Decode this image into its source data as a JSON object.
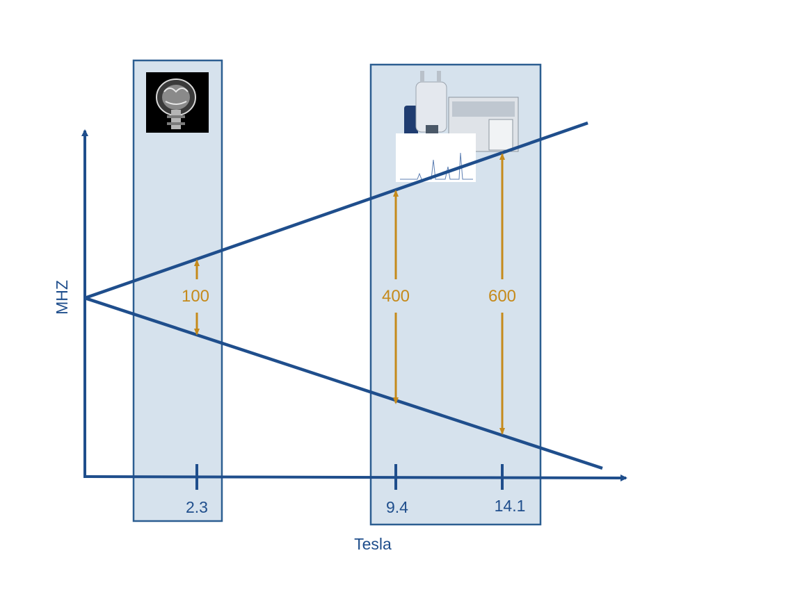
{
  "axis": {
    "x_label": "Tesla",
    "y_label": "MHZ"
  },
  "panels": [
    {
      "id": "mri",
      "tesla_ticks": [
        "2.3"
      ],
      "frequencies": [
        "100"
      ],
      "image_icon": "brain-mri-scan-icon"
    },
    {
      "id": "nmr",
      "tesla_ticks": [
        "9.4",
        "14.1"
      ],
      "frequencies": [
        "400",
        "600"
      ],
      "image_icon": "nmr-spectrometer-icon"
    }
  ],
  "colors": {
    "line": "#1f4e8c",
    "arrow": "#c58a1b",
    "panel_fill": "#d6e2ed",
    "panel_stroke": "#2c5e91",
    "text_blue": "#1f4e8c"
  }
}
